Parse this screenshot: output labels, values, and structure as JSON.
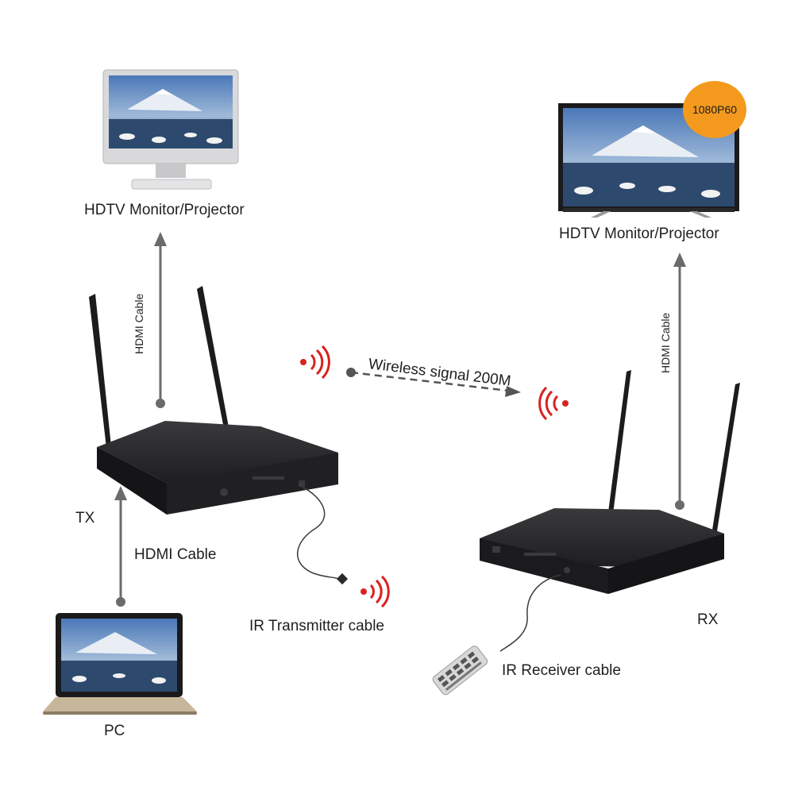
{
  "labels": {
    "tx_monitor": "HDTV Monitor/Projector",
    "rx_monitor": "HDTV Monitor/Projector",
    "tx": "TX",
    "rx": "RX",
    "pc": "PC",
    "hdmi_cable_tx_up": "HDMI Cable",
    "hdmi_cable_pc": "HDMI Cable",
    "hdmi_cable_rx_up": "HDMI Cable",
    "wireless": "Wireless signal 200M",
    "ir_tx": "IR Transmitter cable",
    "ir_rx": "IR Receiver cable",
    "resolution_badge": "1080P60"
  },
  "colors": {
    "arrow": "#6b6b6b",
    "signal": "#d8231f",
    "badge": "#f39a1e",
    "device": "#1f1f21"
  }
}
